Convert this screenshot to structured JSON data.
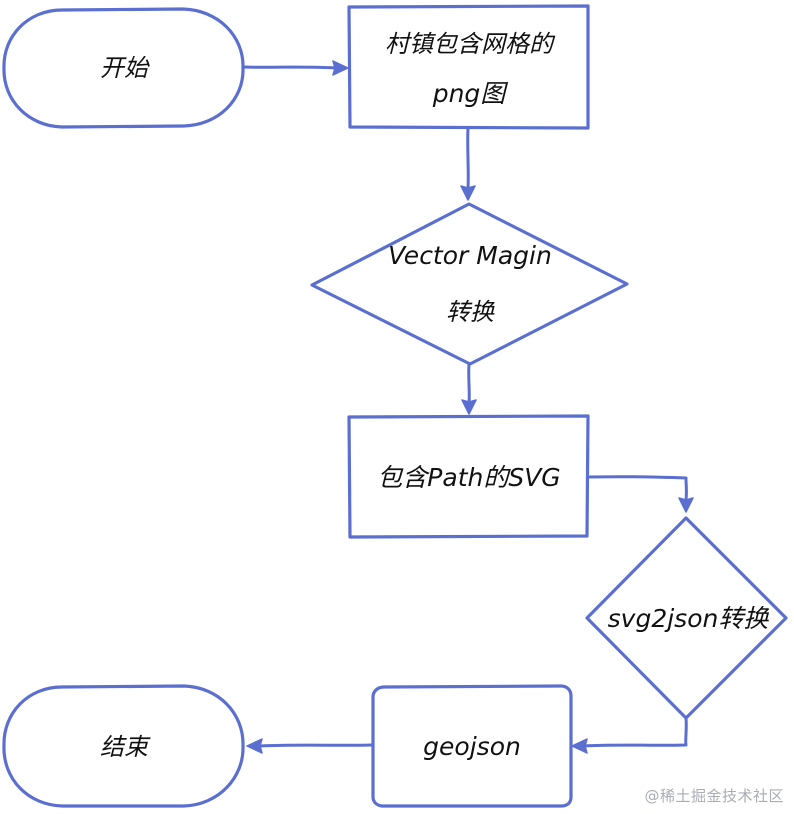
{
  "nodes": {
    "start": {
      "label": "开始",
      "shape": "terminator"
    },
    "png_grid": {
      "label_line1": "村镇包含网格的",
      "label_line2": "png图",
      "shape": "process"
    },
    "vector_magic": {
      "label_line1": "Vector Magin",
      "label_line2": "转换",
      "shape": "decision"
    },
    "svg_with_path": {
      "label": "包含Path的SVG",
      "shape": "process"
    },
    "svg2json": {
      "label": "svg2json转换",
      "shape": "decision"
    },
    "geojson": {
      "label": "geojson",
      "shape": "process"
    },
    "end": {
      "label": "结束",
      "shape": "terminator"
    }
  },
  "edges": [
    {
      "from": "start",
      "to": "png_grid"
    },
    {
      "from": "png_grid",
      "to": "vector_magic"
    },
    {
      "from": "vector_magic",
      "to": "svg_with_path"
    },
    {
      "from": "svg_with_path",
      "to": "svg2json"
    },
    {
      "from": "svg2json",
      "to": "geojson"
    },
    {
      "from": "geojson",
      "to": "end"
    }
  ],
  "watermark": "@稀土掘金技术社区",
  "colors": {
    "stroke": "#5b6fd0",
    "text": "#111111",
    "watermark": "#a9adb6"
  }
}
